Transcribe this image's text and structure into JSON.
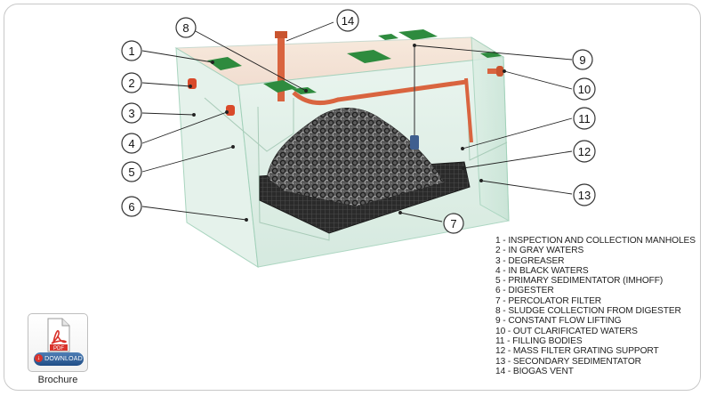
{
  "callouts": [
    "1",
    "2",
    "3",
    "4",
    "5",
    "6",
    "7",
    "8",
    "9",
    "10",
    "11",
    "12",
    "13",
    "14"
  ],
  "legend": [
    "1 - INSPECTION AND COLLECTION MANHOLES",
    "2 - IN GRAY WATERS",
    "3 - DEGREASER",
    "4 - IN BLACK WATERS",
    "5 - PRIMARY SEDIMENTATOR (IMHOFF)",
    "6 - DIGESTER",
    "7 - PERCOLATOR FILTER",
    "8 - SLUDGE COLLECTION FROM DIGESTER",
    "9 - CONSTANT FLOW LIFTING",
    "10 - OUT CLARIFICATED WATERS",
    "11 - FILLING BODIES",
    "12 - MASS FILTER GRATING SUPPORT",
    "13 - SECONDARY SEDIMENTATOR",
    "14 - BIOGAS VENT"
  ],
  "brochure": {
    "pdf_badge": "PDF",
    "download_label": "DOWNLOAD",
    "caption": "Brochure"
  },
  "colors": {
    "manhole": "#2e8b3e",
    "pipe": "#d9643f",
    "glass_edge": "#9fd0b8",
    "filter_media": "#3a3a3a"
  }
}
